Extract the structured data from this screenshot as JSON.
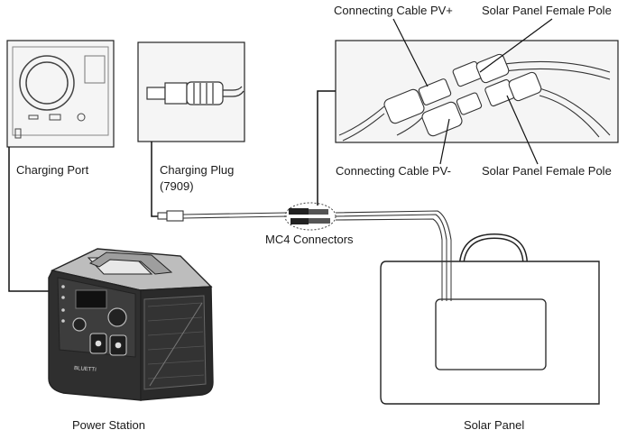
{
  "labels": {
    "charging_port": "Charging Port",
    "charging_plug_line1": "Charging Plug",
    "charging_plug_line2": "(7909)",
    "connecting_cable_pv_plus": "Connecting Cable PV+",
    "connecting_cable_pv_minus": "Connecting Cable PV-",
    "solar_panel_female_pole_top": "Solar Panel Female Pole",
    "solar_panel_female_pole_bottom": "Solar Panel Female Pole",
    "mc4_connectors": "MC4 Connectors",
    "power_station": "Power Station",
    "solar_panel": "Solar Panel"
  },
  "brand": {
    "logo_text": "BLUETTI"
  },
  "icons": [
    "charging-port-icon",
    "charging-plug-icon",
    "mc4-connector-icon",
    "power-station-icon",
    "solar-panel-icon"
  ]
}
